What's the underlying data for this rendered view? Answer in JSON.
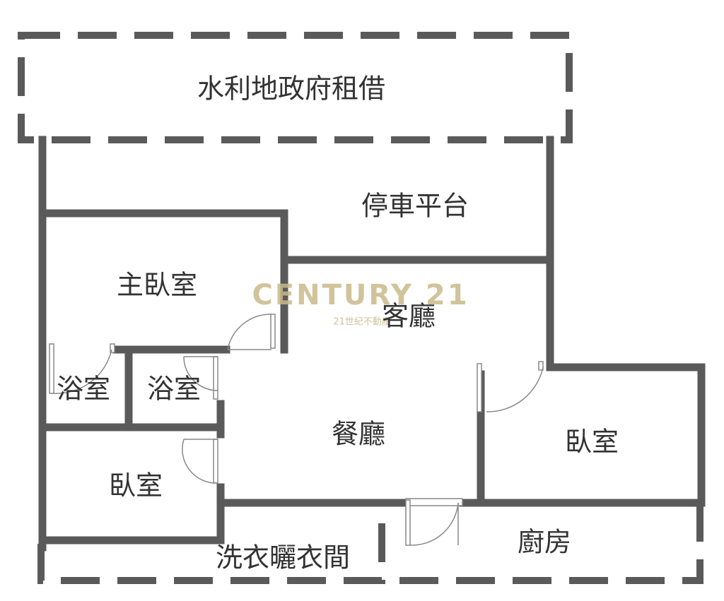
{
  "rooms": {
    "water_rental": "水利地政府租借",
    "parking": "停車平台",
    "master_bedroom": "主臥室",
    "living_room": "客廳",
    "bathroom_1": "浴室",
    "bathroom_2": "浴室",
    "dining_room": "餐廳",
    "bedroom_right": "臥室",
    "bedroom_left": "臥室",
    "laundry": "洗衣曬衣間",
    "kitchen": "廚房"
  },
  "watermark": {
    "brand": "CENTURY 21",
    "tagline": "21世紀不動產"
  },
  "colors": {
    "wall": "#5a5a5a",
    "door": "#888888",
    "label": "#333333",
    "watermark": "#c9b98a"
  }
}
